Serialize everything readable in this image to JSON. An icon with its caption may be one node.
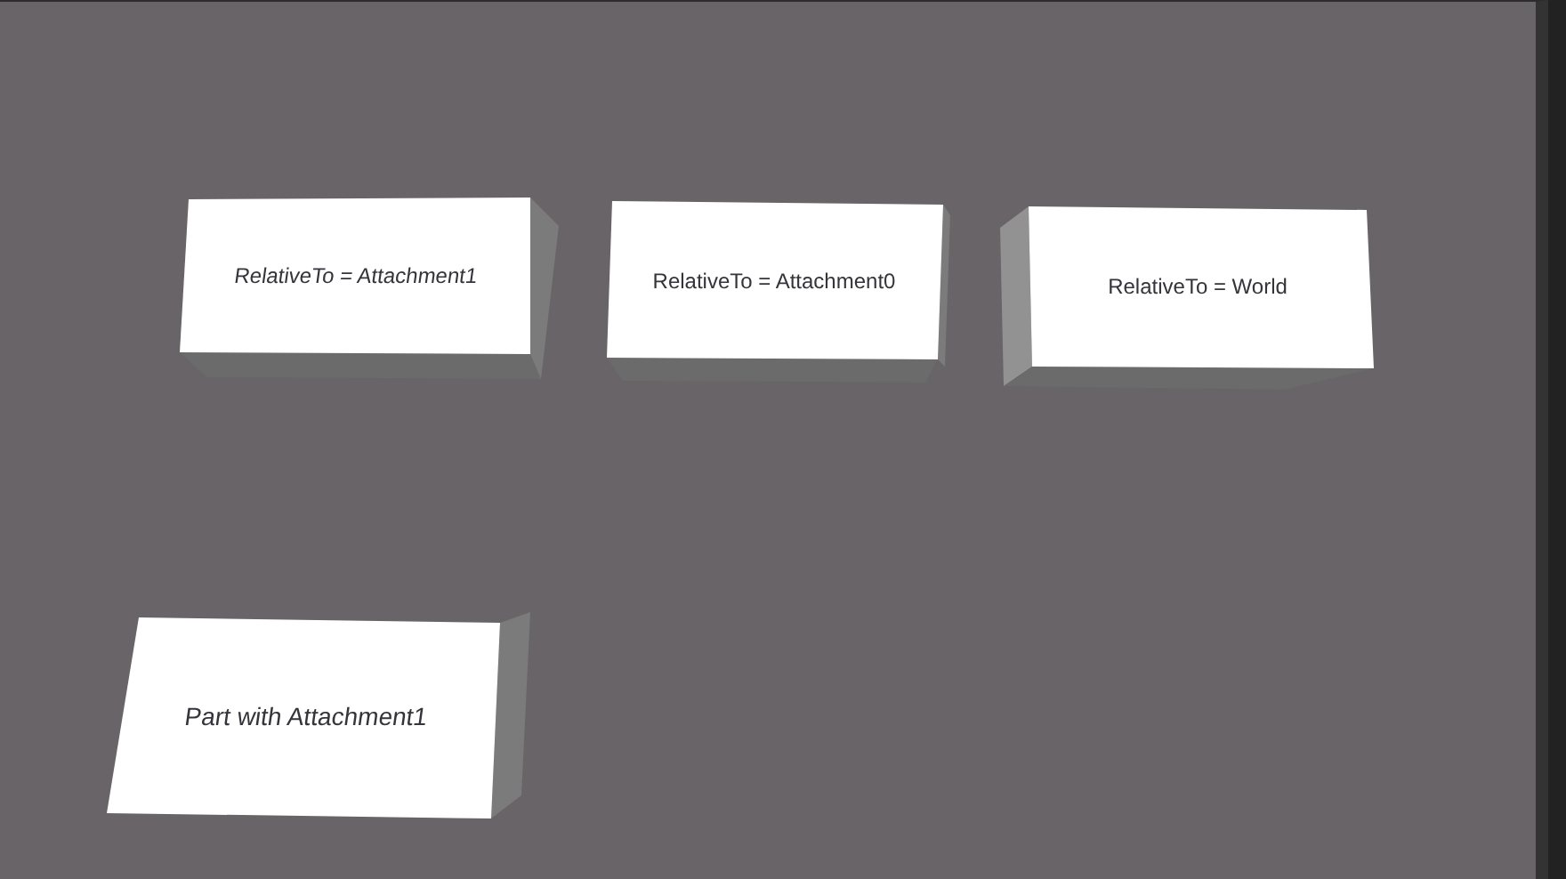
{
  "diagram": {
    "nodes": [
      {
        "text": [
          "RelativeTo = Attachment1"
        ]
      },
      {
        "text": [
          "RelativeTo = Attachment0"
        ]
      },
      {
        "text": [
          "RelativeTo = World"
        ]
      },
      {
        "text": [
          "Part with Attachment1"
        ]
      }
    ]
  }
}
